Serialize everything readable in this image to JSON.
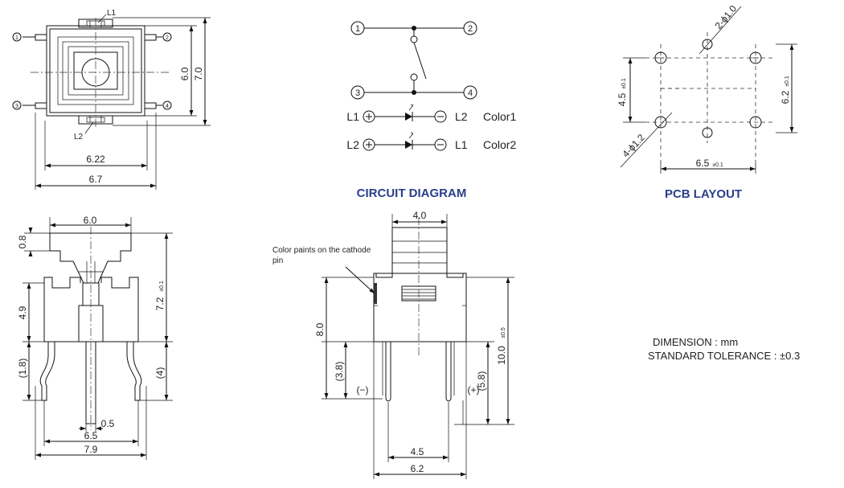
{
  "top_view": {
    "pin1": "1",
    "pin2": "2",
    "pin3": "3",
    "pin4": "4",
    "l1": "L1",
    "l2": "L2",
    "dim_w_inner": "6.22",
    "dim_w_outer": "6.7",
    "dim_h_inner": "6.0",
    "dim_h_outer": "7.0"
  },
  "circuit": {
    "pin1": "1",
    "pin2": "2",
    "pin3": "3",
    "pin4": "4",
    "row1": {
      "left": "L1",
      "right": "L2",
      "color": "Color1"
    },
    "row2": {
      "left": "L2",
      "right": "L1",
      "color": "Color2"
    },
    "title": "CIRCUIT DIAGRAM"
  },
  "pcb": {
    "hole_big": "2-ϕ1.0",
    "hole_small": "4-ϕ1.2",
    "dim_v": "4.5",
    "dim_v_tol": "±0.1",
    "dim_v2": "6.2",
    "dim_v2_tol": "±0.1",
    "dim_h": "6.5",
    "dim_h_tol": "±0.1",
    "title": "PCB LAYOUT"
  },
  "side_view": {
    "dim_top": "6.0",
    "dim_08": "0.8",
    "dim_49": "4.9",
    "dim_18": "(1.8)",
    "dim_72": "7.2",
    "dim_72_tol": "±0.1",
    "dim_4": "(4)",
    "dim_05": "0.5",
    "dim_65": "6.5",
    "dim_79": "7.9"
  },
  "front_view": {
    "annotation": [
      "Color paints on the cathode",
      "pin"
    ],
    "dim_top": "4.0",
    "dim_80": "8.0",
    "dim_38": "(3.8)",
    "minus": "(−)",
    "plus": "(+)",
    "dim_58": "(5.8)",
    "dim_100": "10.0",
    "dim_100_tol": "±0.5",
    "dim_45": "4.5",
    "dim_62": "6.2"
  },
  "notes": {
    "line1": "DIMENSION : mm",
    "line2": "STANDARD TOLERANCE : ±0.3"
  }
}
